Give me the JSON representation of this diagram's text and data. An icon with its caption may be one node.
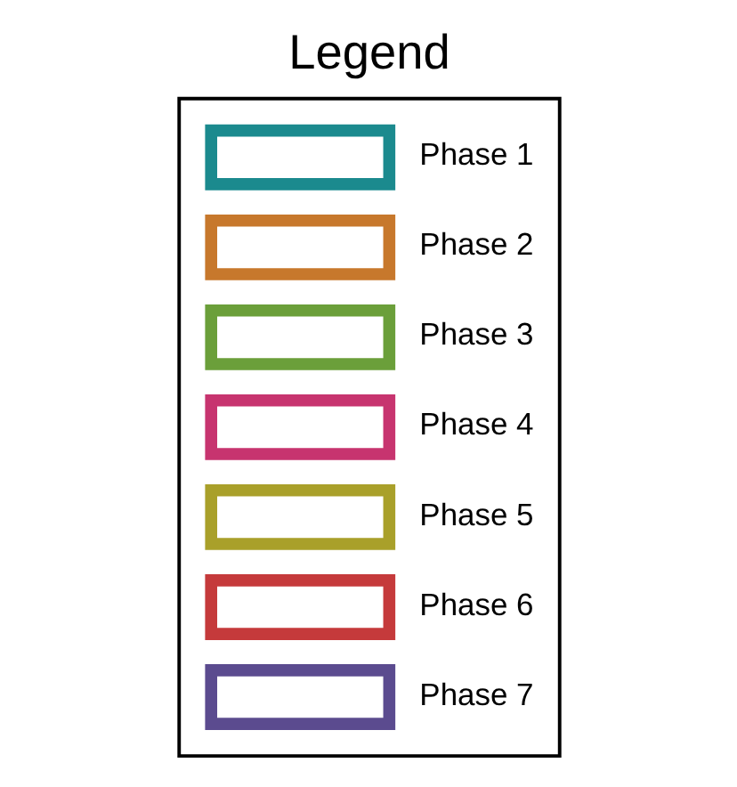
{
  "diagram": {
    "title": "Legend",
    "legend": [
      {
        "text": "Phase 1",
        "color": "#1b8a8e"
      },
      {
        "text": "Phase 2",
        "color": "#c7782c"
      },
      {
        "text": "Phase 3",
        "color": "#6b9f3a"
      },
      {
        "text": "Phase 4",
        "color": "#c7346f"
      },
      {
        "text": "Phase 5",
        "color": "#a9a02a"
      },
      {
        "text": "Phase 6",
        "color": "#c53a3b"
      },
      {
        "text": "Phase 7",
        "color": "#5b4b8f"
      }
    ]
  }
}
